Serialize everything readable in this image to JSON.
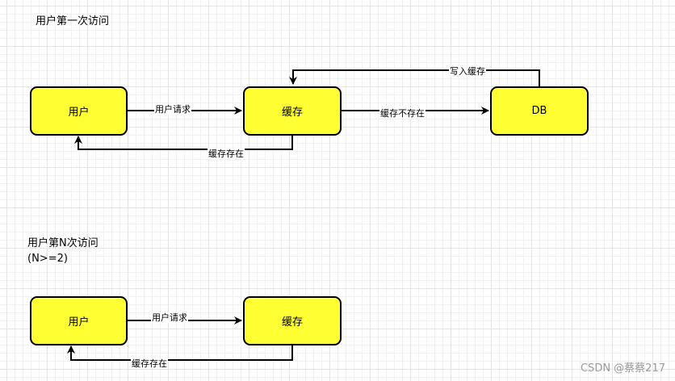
{
  "diagram1": {
    "title": "用户第一次访问",
    "nodes": {
      "user": "用户",
      "cache": "缓存",
      "db": "DB"
    },
    "edges": {
      "user_to_cache": "用户请求",
      "cache_to_user": "缓存存在",
      "cache_to_db": "缓存不存在",
      "db_to_cache": "写入缓存"
    }
  },
  "diagram2": {
    "title_line1": "用户第N次访问",
    "title_line2": "(N>=2)",
    "nodes": {
      "user": "用户",
      "cache": "缓存"
    },
    "edges": {
      "user_to_cache": "用户请求",
      "cache_to_user": "缓存存在"
    }
  },
  "watermark": "CSDN @蔡蔡217",
  "colors": {
    "node_fill": "#ffff33",
    "stroke": "#000000",
    "watermark": "#9a9a9a"
  }
}
